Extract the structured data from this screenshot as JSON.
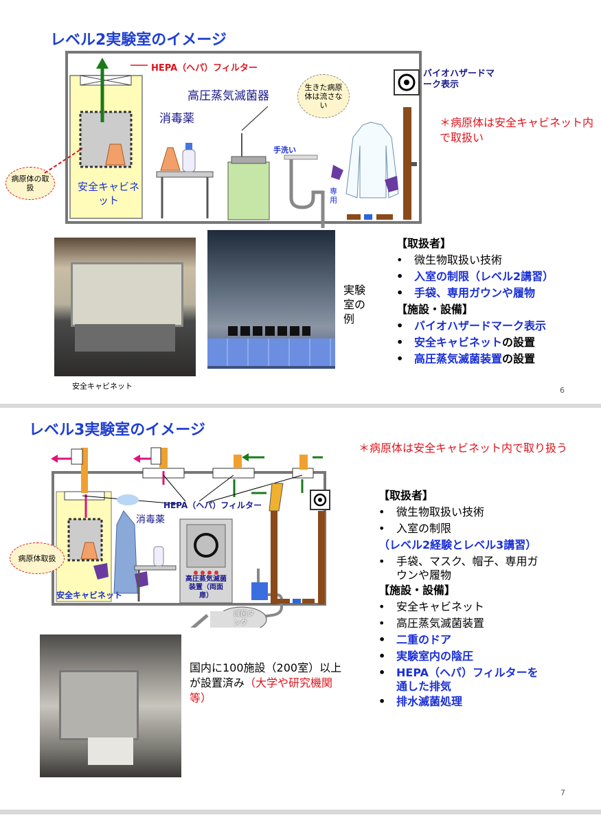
{
  "slide1": {
    "title": "レベル2実験室のイメージ",
    "hepa_label": "HEPA（ヘパ）フィルター",
    "autoclave_label": "高圧蒸気滅菌器",
    "disinfectant_label": "消毒薬",
    "cabinet_label": "安全キャビネット",
    "pathogen_cloud": "病原体の取扱",
    "alive_cloud": "生きた病原体は流さない",
    "handwash_label": "手洗い",
    "dedicated_label": "専用",
    "biohazard_label": "バイオハザードマーク表示",
    "note": "＊病原体は安全キャビネット内で取扱い",
    "lab_example": "実験室の例",
    "photo_caption": "安全キャビネット",
    "section_handlers": "【取扱者】",
    "handlers": [
      {
        "text": "微生物取扱い技術",
        "color": "#000000"
      },
      {
        "text": "入室の制限（レベル2講習）",
        "color": "#1a2fd6"
      },
      {
        "text": "手袋、専用ガウンや履物",
        "color": "#1a2fd6"
      }
    ],
    "section_facilities": "【施設・設備】",
    "facilities": [
      {
        "text": "バイオハザードマーク表示",
        "suffix": "",
        "color": "#1a2fd6"
      },
      {
        "text": "安全キャビネット",
        "suffix": "の設置",
        "color": "#1a2fd6"
      },
      {
        "text": "高圧蒸気滅菌装置",
        "suffix": "の設置",
        "color": "#1a2fd6"
      }
    ],
    "page_number": "6"
  },
  "slide2": {
    "title": "レベル3実験室のイメージ",
    "note": "＊病原体は安全キャビネット内で取り扱う",
    "hepa_label": "HEPA（ヘパ）フィルター",
    "disinfectant_label": "消毒薬",
    "pathogen_cloud": "病原体取扱",
    "cabinet_label": "安全キャビネット",
    "autoclave_label": "高圧蒸気滅菌装置（両面扉）",
    "tank_label": "滅菌タンク",
    "facility_count": "国内に100施設（200室）以上が設置済み",
    "facility_count_red": "（大学や研究機関等）",
    "section_handlers": "【取扱者】",
    "handlers": [
      {
        "text": "微生物取扱い技術",
        "color": "#000000"
      },
      {
        "text": "入室の制限",
        "color": "#000000"
      }
    ],
    "handlers_note": "（レベル2経験とレベル3講習）",
    "handlers_extra": "手袋、マスク、帽子、専用ガウンや履物",
    "section_facilities": "【施設・設備】",
    "facilities": [
      {
        "text": "安全キャビネット",
        "color": "#000000"
      },
      {
        "text": "高圧蒸気滅菌装置",
        "color": "#000000"
      },
      {
        "text": "二重のドア",
        "color": "#1a2fd6"
      },
      {
        "text": "実験室内の陰圧",
        "color": "#1a2fd6"
      },
      {
        "text": "HEPA（ヘパ）フィルターを通した排気",
        "color": "#1a2fd6"
      },
      {
        "text": "排水滅菌処理",
        "color": "#1a2fd6"
      }
    ],
    "page_number": "7"
  }
}
